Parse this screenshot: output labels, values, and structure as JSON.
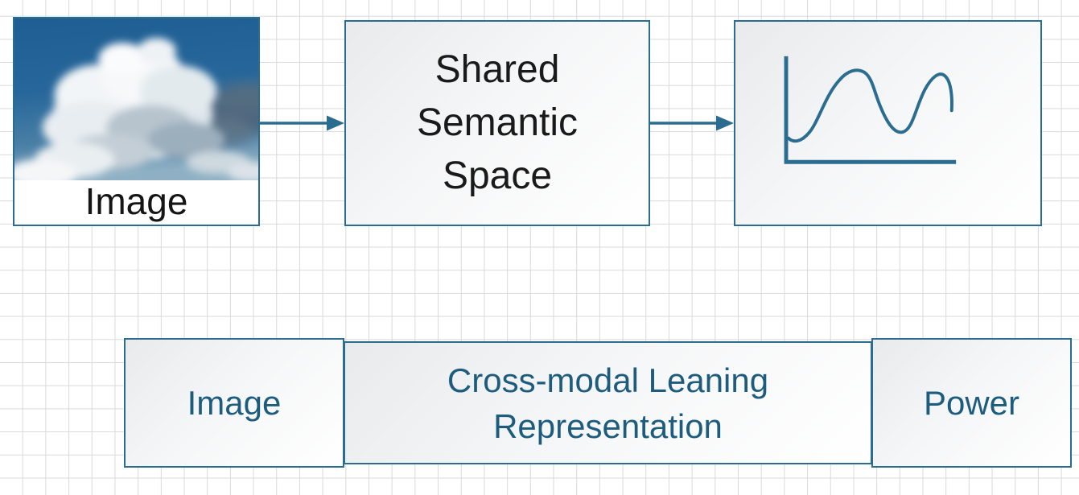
{
  "diagram": {
    "colors": {
      "accent_border": "#2b6c91",
      "teal_text": "#1e5c7e",
      "black_text": "#151515",
      "grid_line": "#d9d9d9",
      "sky_blue": "#26669a"
    },
    "top_row": {
      "image_node": {
        "label": "Image",
        "photo": "cumulus-clouds-photo"
      },
      "arrow_1": "right-arrow",
      "center_node": {
        "lines": [
          "Shared",
          "Semantic",
          "Space"
        ]
      },
      "arrow_2": "right-arrow",
      "chart_node": {
        "icon": "freehand-line-chart"
      }
    },
    "bottom_row": {
      "image_node": {
        "label": "Image"
      },
      "center_node": {
        "lines": [
          "Cross-modal Leaning",
          "Representation"
        ]
      },
      "power_node": {
        "label": "Power"
      }
    }
  }
}
